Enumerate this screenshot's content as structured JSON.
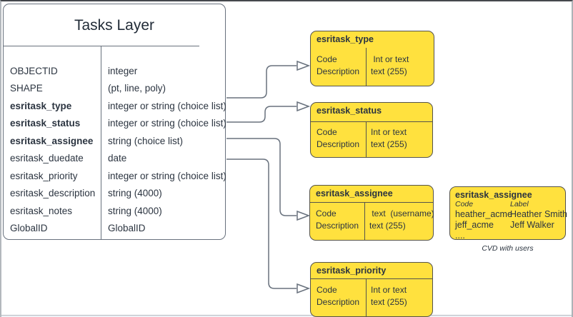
{
  "table": {
    "title": "Tasks Layer",
    "rows": [
      {
        "name": "OBJECTID",
        "type": "integer"
      },
      {
        "name": "SHAPE",
        "type": "(pt, line, poly)"
      },
      {
        "name": "esritask_type",
        "type": "integer or string (choice list)"
      },
      {
        "name": "esritask_status",
        "type": "integer or string (choice list)"
      },
      {
        "name": "esritask_assignee",
        "type": "string (choice list)"
      },
      {
        "name": "esritask_duedate",
        "type": "date"
      },
      {
        "name": "esritask_priority",
        "type": "integer or string (choice list)"
      },
      {
        "name": "esritask_description",
        "type": "string (4000)"
      },
      {
        "name": "esritask_notes",
        "type": "string (4000)"
      },
      {
        "name": "GlobalID",
        "type": "GlobalID"
      }
    ]
  },
  "domains": [
    {
      "title": "esritask_type",
      "code_label": "Code",
      "desc_label": "Description",
      "type_line1": " Int or text",
      "type_line2": "text (255)"
    },
    {
      "title": "esritask_status",
      "code_label": "Code",
      "desc_label": "Description",
      "type_line1": "Int or text",
      "type_line2": "text (255)"
    },
    {
      "title": "esritask_assignee",
      "code_label": "Code",
      "desc_label": "Description",
      "type_line1": " text  (username)",
      "type_line2": "text (255)"
    },
    {
      "title": "esritask_priority",
      "code_label": "Code",
      "desc_label": "Description",
      "type_line1": "Int or text",
      "type_line2": "text (255)"
    }
  ],
  "cvd": {
    "title": "esritask_assignee",
    "code_header": "Code",
    "label_header": "Label",
    "rows": [
      {
        "code": "heather_acme",
        "label": "Heather Smith"
      },
      {
        "code": "jeff_acme",
        "label": "Jeff Walker"
      }
    ],
    "ellipsis": "....",
    "caption": "CVD with users"
  },
  "colors": {
    "domain_fill": "#ffe13e",
    "domain_border": "#55534c",
    "wire": "#68717d",
    "text": "#2b3440"
  }
}
